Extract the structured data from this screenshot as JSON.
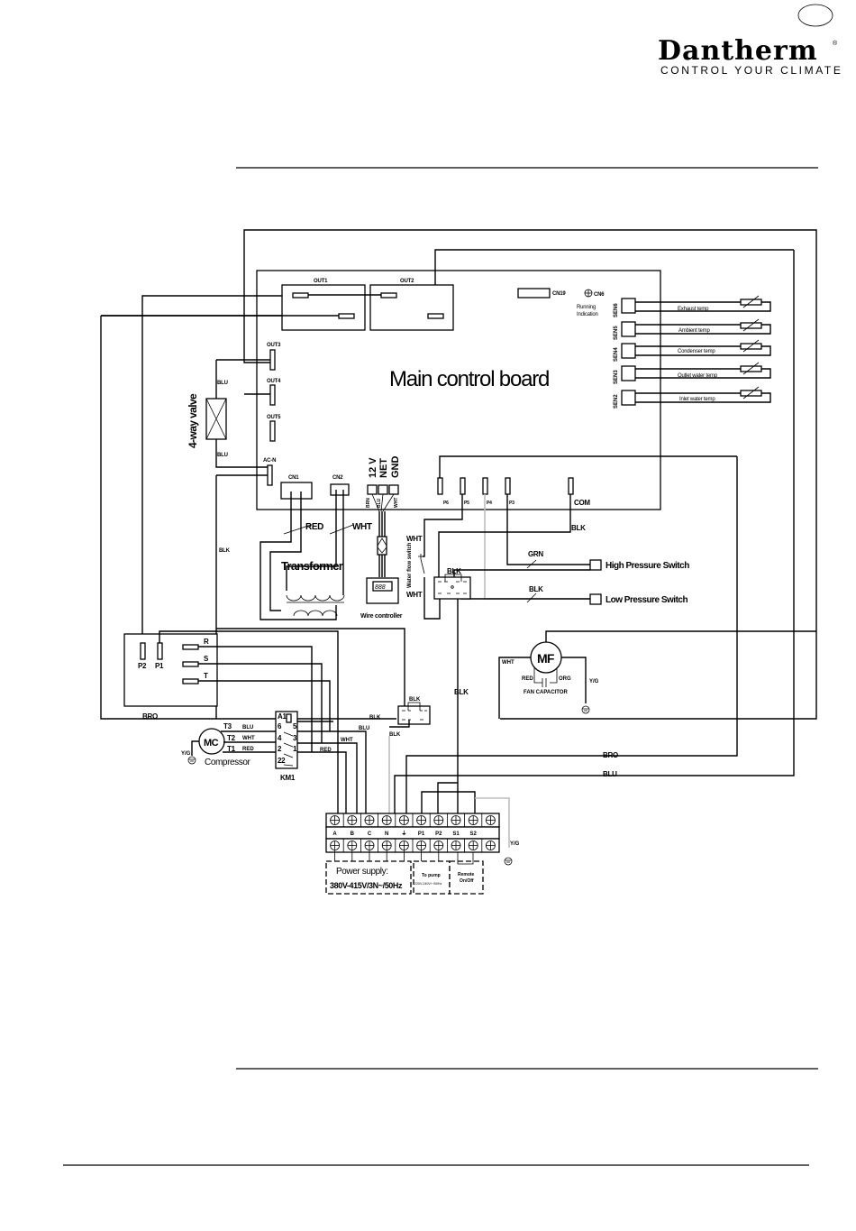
{
  "header": {
    "brand": "Dantherm",
    "registered": "®",
    "tagline": "CONTROL YOUR CLIMATE"
  },
  "diagram": {
    "board_title": "Main control board",
    "outputs": {
      "out1": "OUT1",
      "out2": "OUT2",
      "out3": "OUT3",
      "out4": "OUT4",
      "out5": "OUT5",
      "ac_n": "AC-N",
      "cn1": "CN1",
      "cn2": "CN2",
      "cn19": "CN19",
      "cn6": "CN6",
      "running_indication": [
        "Running",
        "Indication"
      ]
    },
    "wire_controller_terminals": [
      "12 V",
      "NET",
      "GND"
    ],
    "wire_controller_wires": [
      "BRN",
      "BLU",
      "WHT"
    ],
    "wire_controller_label": "Wire controller",
    "wire_controller_display": "888",
    "sensors": [
      {
        "port": "SEN6",
        "label": "Exhaust temp"
      },
      {
        "port": "SEN5",
        "label": "Ambient temp"
      },
      {
        "port": "SEN4",
        "label": "Condenser temp"
      },
      {
        "port": "SEN3",
        "label": "Outlet water temp"
      },
      {
        "port": "SEN2",
        "label": "Inlet water temp"
      }
    ],
    "inputs": [
      "P6",
      "P5",
      "P4",
      "P3",
      "COM"
    ],
    "valve_label": "4-way valve",
    "transformer_label": "Transformer",
    "water_flow_switch": "Water flow switch",
    "high_pressure_switch": "High Pressure Switch",
    "low_pressure_switch": "Low Pressure Switch",
    "fan": {
      "symbol": "MF",
      "capacitor_label": "FAN CAPACITOR",
      "wire_left": "WHT",
      "cap_left": "RED",
      "cap_right": "ORG",
      "ground": "Y/G"
    },
    "compressor": {
      "symbol": "MC",
      "label": "Compressor",
      "ground": "Y/G",
      "terminals": [
        "T3",
        "T2",
        "T1"
      ],
      "wires": [
        "BLU",
        "WHT",
        "RED"
      ]
    },
    "contactor": {
      "label": "KM1",
      "pins_left": [
        "A1",
        "6",
        "4",
        "2",
        "22"
      ],
      "pins_right": [
        "5",
        "3",
        "1"
      ]
    },
    "phase_module": {
      "fuses": [
        "P2",
        "P1"
      ],
      "phases": [
        "R",
        "S",
        "T"
      ]
    },
    "wire_colors": {
      "red": "RED",
      "wht": "WHT",
      "blk": "BLK",
      "blu": "BLU",
      "bro": "BRO",
      "grn": "GRN",
      "yg": "Y/G"
    },
    "terminal_block": {
      "labels": [
        "A",
        "B",
        "C",
        "N",
        "⏚",
        "P1",
        "P2",
        "S1",
        "S2",
        ""
      ],
      "ground": "Y/G"
    },
    "supply": {
      "title": "Power supply:",
      "spec": "380V-415V/3N~/50Hz",
      "pump_title": "To pump",
      "pump_spec": "220V-240V/~/50Hz",
      "remote_title": "Remote",
      "remote_spec": "On/Off"
    }
  }
}
